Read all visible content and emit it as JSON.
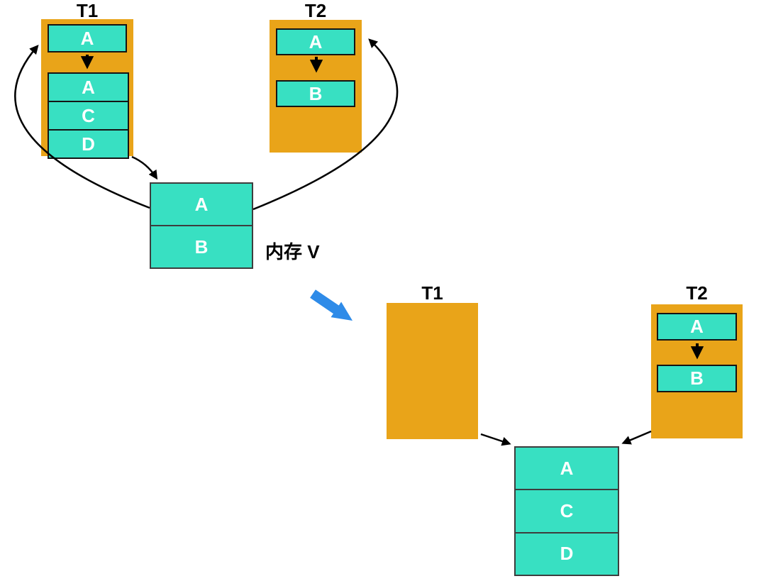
{
  "top": {
    "t1": {
      "title": "T1",
      "reg": "A",
      "stack": [
        "A",
        "C",
        "D"
      ]
    },
    "t2": {
      "title": "T2",
      "cells": [
        "A",
        "B"
      ]
    },
    "memory": {
      "label": "内存 V",
      "cells": [
        "A",
        "B"
      ]
    }
  },
  "bottom": {
    "t1": {
      "title": "T1"
    },
    "t2": {
      "title": "T2",
      "cells": [
        "A",
        "B"
      ]
    },
    "memory": {
      "cells": [
        "A",
        "C",
        "D"
      ]
    }
  },
  "colors": {
    "thread_fill": "#E9A419",
    "cell_fill": "#38E0C2",
    "cell_border": "#141414",
    "memory_border": "#3d3d3d",
    "arrow": "#000000",
    "transform_arrow": "#2E8BE8"
  }
}
